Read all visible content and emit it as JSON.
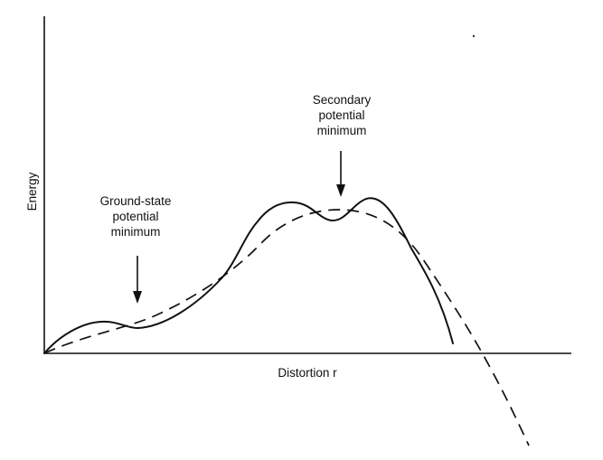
{
  "axes": {
    "y_label": "Energy",
    "x_label": "Distortion r"
  },
  "annotations": {
    "ground_state": [
      "Ground-state",
      "potential",
      "minimum"
    ],
    "secondary": [
      "Secondary",
      "potential",
      "minimum"
    ]
  },
  "legend": {
    "solid_curve": "",
    "dashed_curve": ""
  }
}
